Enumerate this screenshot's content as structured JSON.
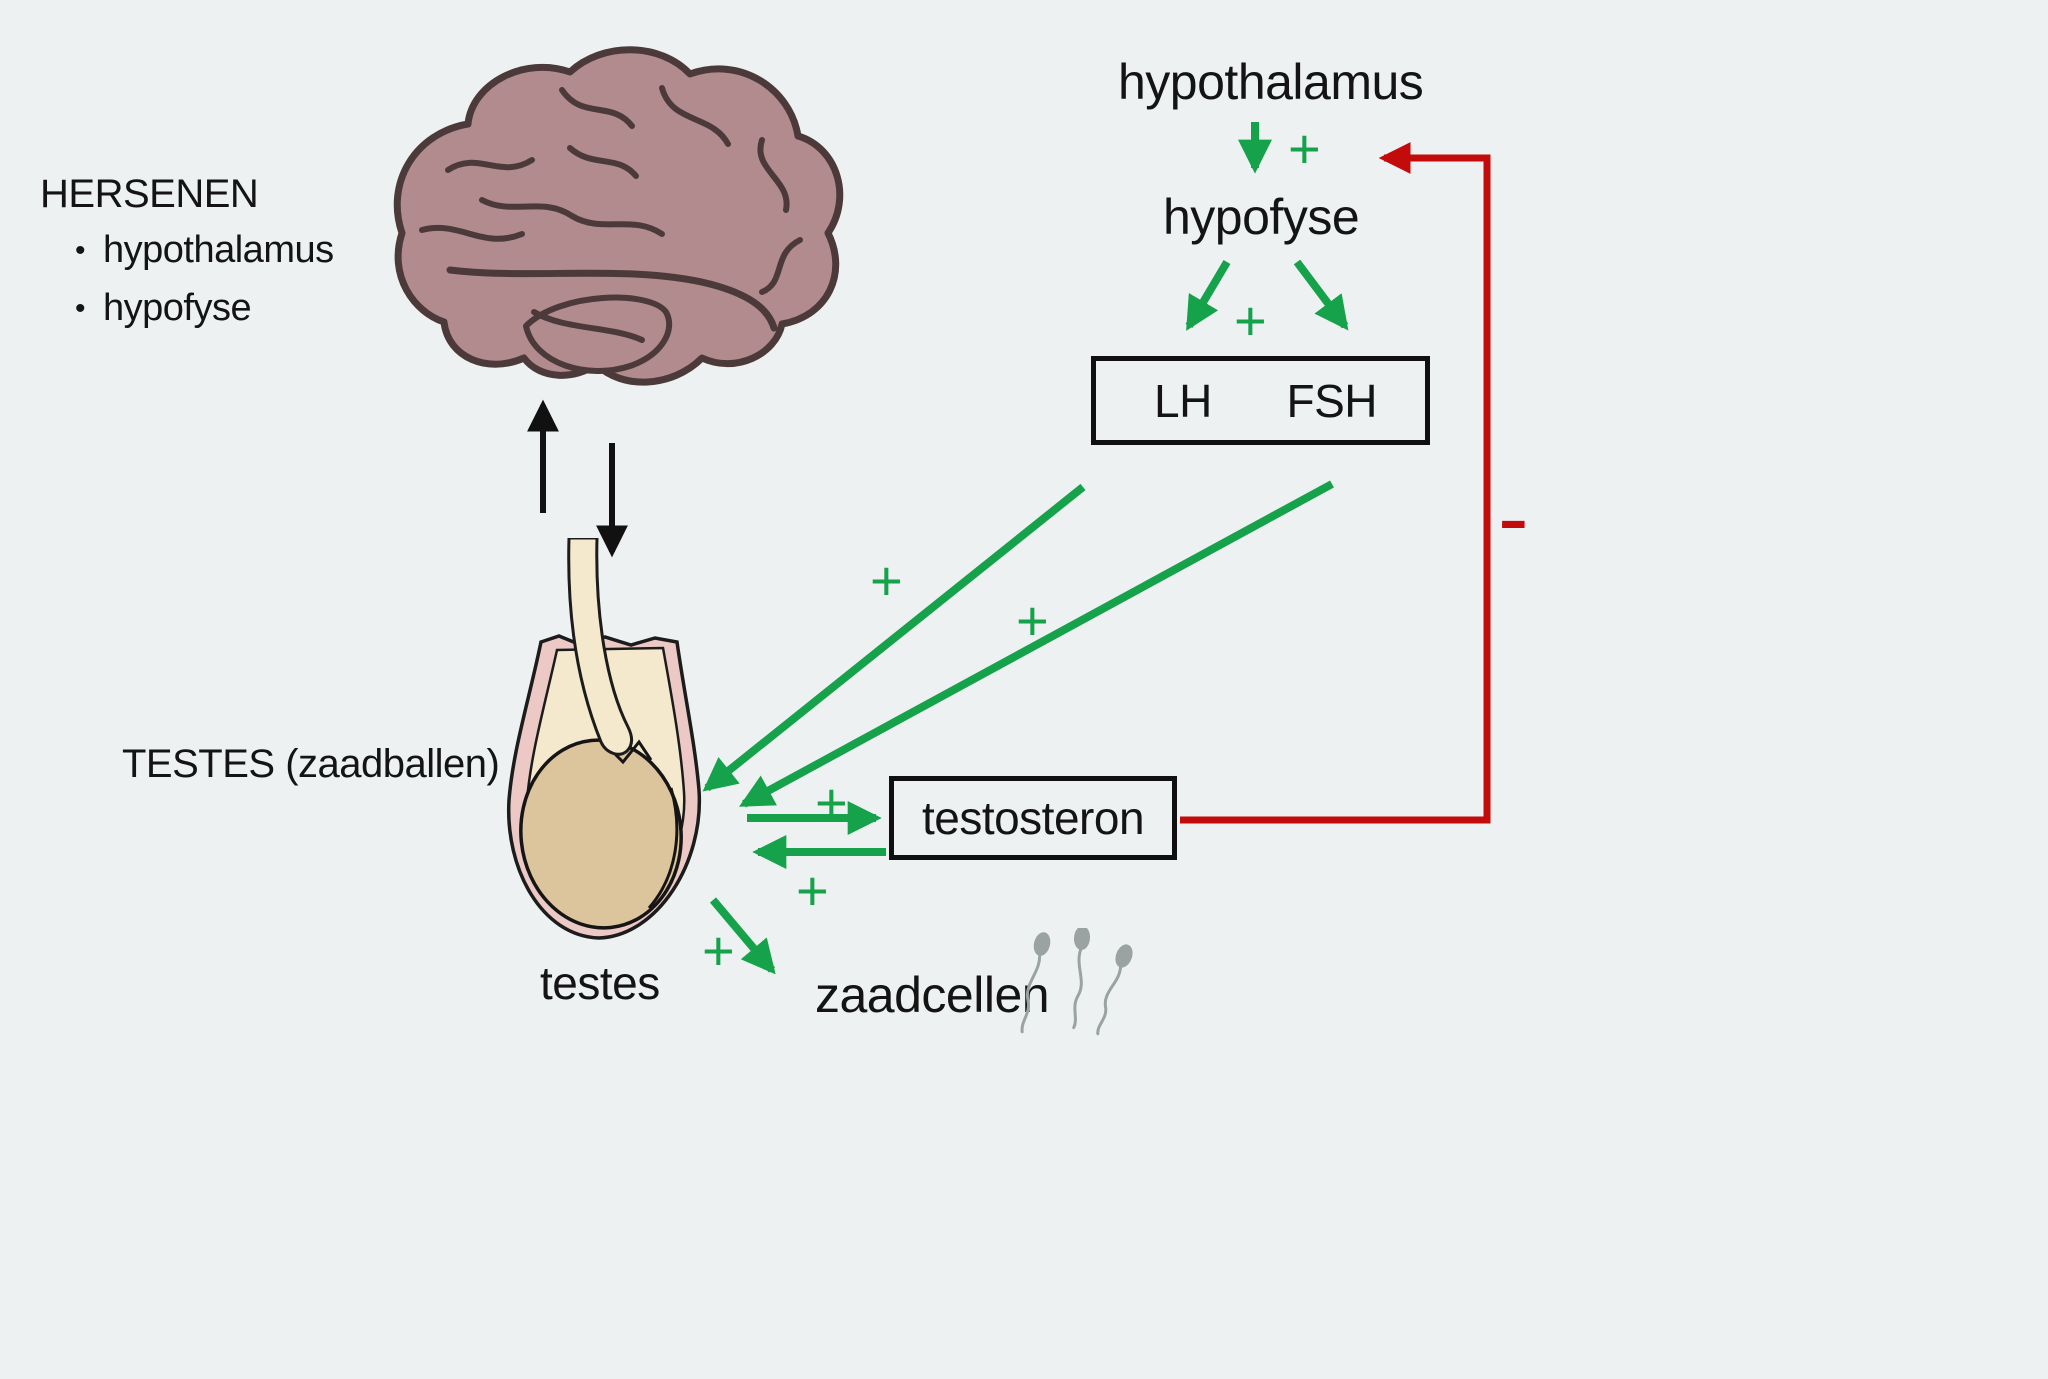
{
  "left_panel": {
    "heading": "HERSENEN",
    "bullet_glyph": "•",
    "bullets": [
      "hypothalamus",
      "hypofyse"
    ],
    "testes_label": "TESTES (zaadballen)",
    "testes_caption": "testes"
  },
  "diagram": {
    "hypothalamus": "hypothalamus",
    "hypofyse": "hypofyse",
    "lh": "LH",
    "fsh": "FSH",
    "testosteron": "testosteron",
    "zaadcellen": "zaadcellen"
  },
  "signs": {
    "plus": "+",
    "minus": "-"
  },
  "icons": {
    "brain": "brain-side-view",
    "testis": "testis-cross-section",
    "sperm": "sperm-cells"
  },
  "colors": {
    "background": "#eef1f2",
    "stimulation_green": "#16a24b",
    "inhibition_red": "#c30b0b",
    "text_black": "#141414",
    "brain_fill": "#b28b8e",
    "brain_outline": "#4c3a3a",
    "scrotum_pink": "#ecc9c4",
    "testis_cream": "#f4e8cd",
    "testis_tan": "#dcc49c",
    "sperm_gray": "#9aa2a2"
  }
}
